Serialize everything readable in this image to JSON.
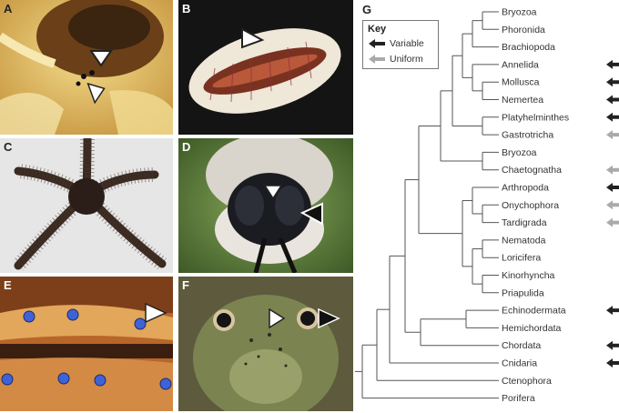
{
  "panels": [
    {
      "label": "A",
      "subject": "spider"
    },
    {
      "label": "B",
      "subject": "chiton"
    },
    {
      "label": "C",
      "subject": "brittle star"
    },
    {
      "label": "D",
      "subject": "bumblebee"
    },
    {
      "label": "E",
      "subject": "scallop"
    },
    {
      "label": "F",
      "subject": "frog"
    }
  ],
  "tree_label": "G",
  "key": {
    "title": "Key",
    "variable_label": "Variable",
    "uniform_label": "Uniform",
    "variable_color": "#222222",
    "uniform_color": "#aaaaaa"
  },
  "taxa": [
    {
      "name": "Bryozoa",
      "status": null
    },
    {
      "name": "Phoronida",
      "status": null
    },
    {
      "name": "Brachiopoda",
      "status": null
    },
    {
      "name": "Annelida",
      "status": "variable"
    },
    {
      "name": "Mollusca",
      "status": "variable"
    },
    {
      "name": "Nemertea",
      "status": "variable"
    },
    {
      "name": "Platyhelminthes",
      "status": "variable"
    },
    {
      "name": "Gastrotricha",
      "status": "uniform"
    },
    {
      "name": "Bryozoa",
      "status": null
    },
    {
      "name": "Chaetognatha",
      "status": "uniform"
    },
    {
      "name": "Arthropoda",
      "status": "variable"
    },
    {
      "name": "Onychophora",
      "status": "uniform"
    },
    {
      "name": "Tardigrada",
      "status": "uniform"
    },
    {
      "name": "Nematoda",
      "status": null
    },
    {
      "name": "Loricifera",
      "status": null
    },
    {
      "name": "Kinorhyncha",
      "status": null
    },
    {
      "name": "Priapulida",
      "status": null
    },
    {
      "name": "Echinodermata",
      "status": "variable"
    },
    {
      "name": "Hemichordata",
      "status": null
    },
    {
      "name": "Chordata",
      "status": "variable"
    },
    {
      "name": "Cnidaria",
      "status": "variable"
    },
    {
      "name": "Ctenophora",
      "status": null
    },
    {
      "name": "Porifera",
      "status": null
    }
  ]
}
